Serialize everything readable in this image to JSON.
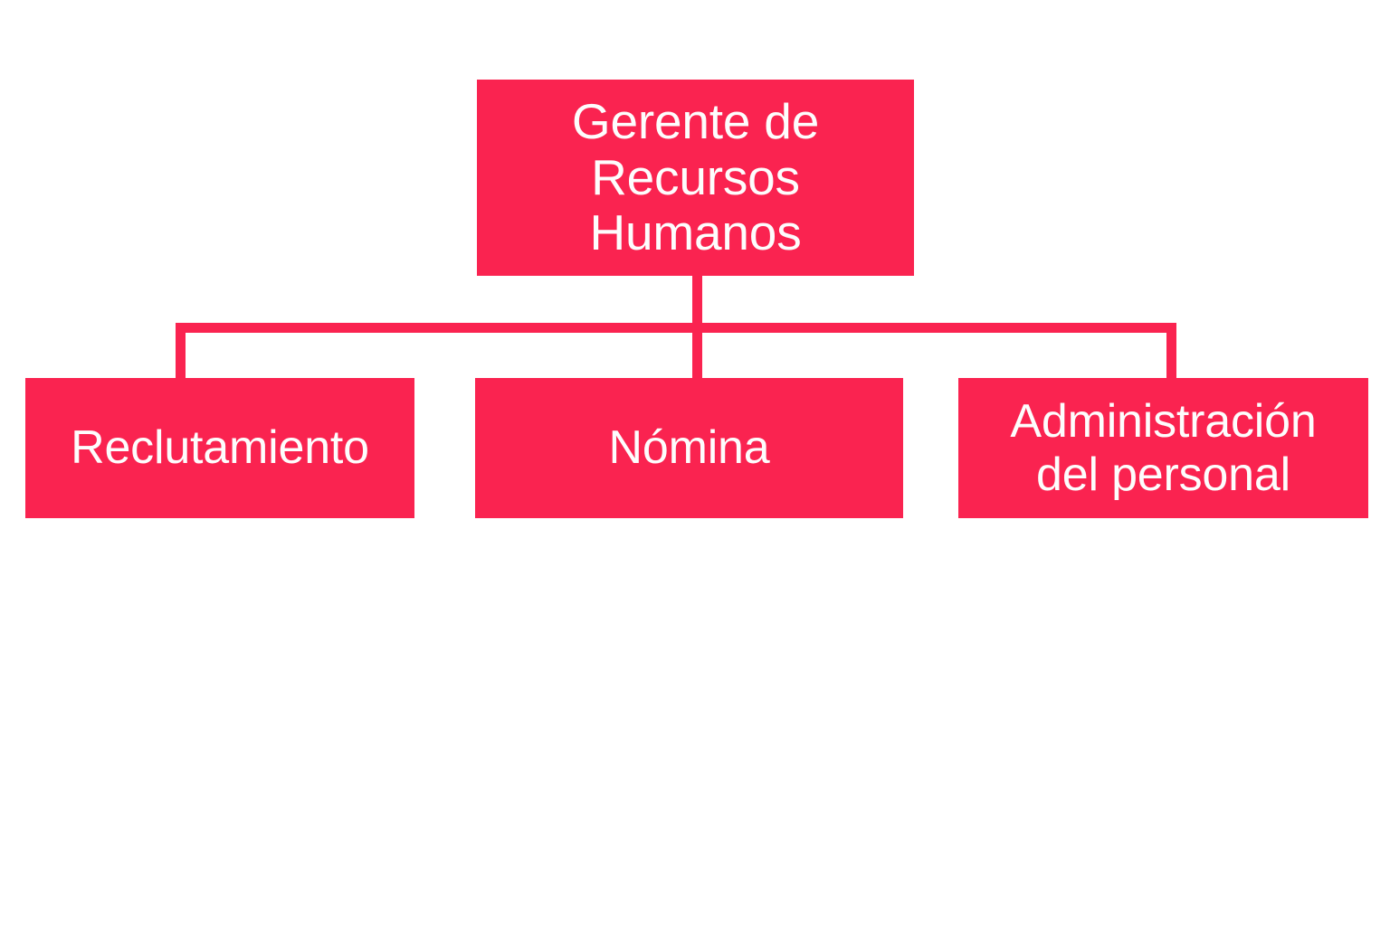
{
  "diagram": {
    "type": "org-chart",
    "orientation": "top-down",
    "background_color": "#ffffff",
    "node_color": "#fa2350",
    "node_text_color": "#fdfdfd",
    "connector_color": "#fa2350",
    "root": {
      "label": "Gerente de\nRecursos\nHumanos",
      "lines": [
        "Gerente de",
        "Recursos",
        "Humanos"
      ]
    },
    "children": [
      {
        "label": "Reclutamiento",
        "lines": [
          "Reclutamiento"
        ]
      },
      {
        "label": "Nómina",
        "lines": [
          "Nómina"
        ]
      },
      {
        "label": "Administración\ndel personal",
        "lines": [
          "Administración",
          "del personal"
        ]
      }
    ]
  }
}
